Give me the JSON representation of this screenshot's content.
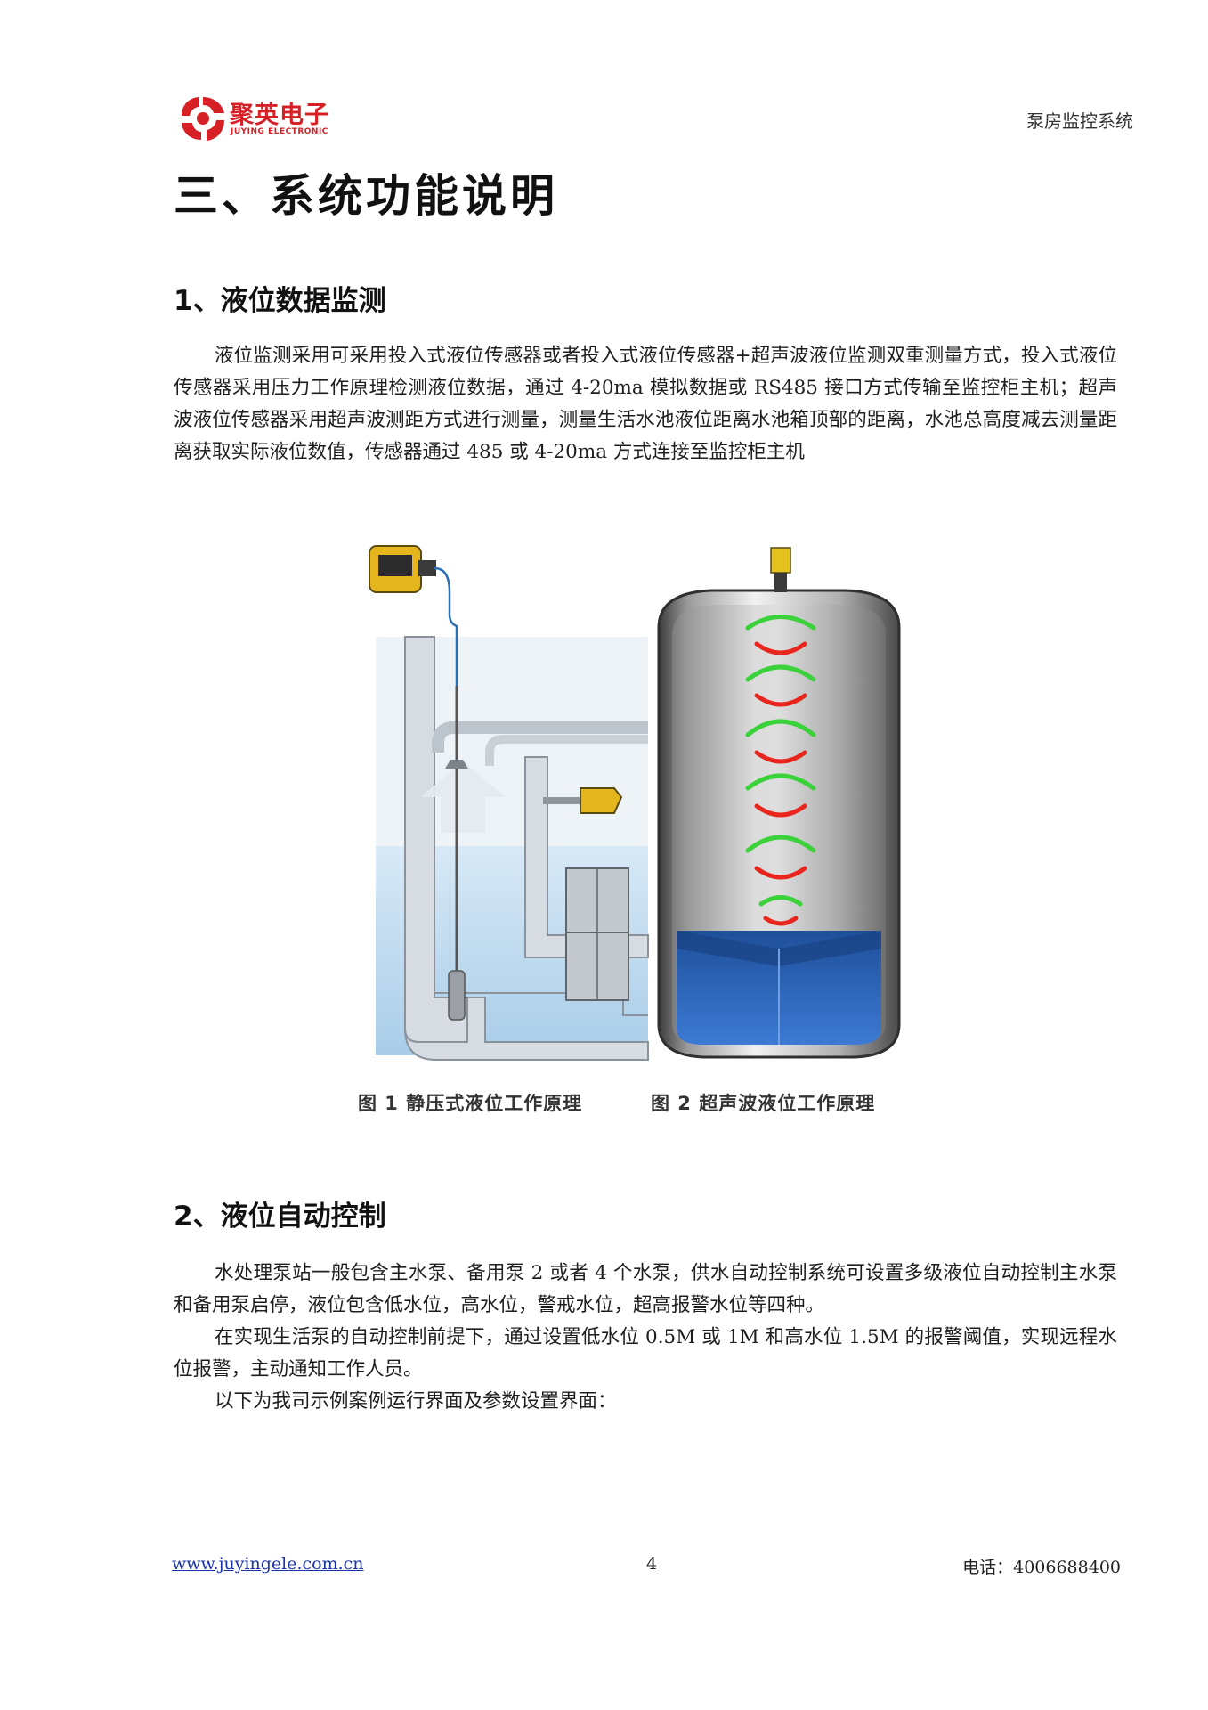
{
  "header": {
    "logo_cn": "聚英电子",
    "logo_en": "JUYING ELECTRONIC",
    "doc_title": "泵房监控系统"
  },
  "chapter_title": "三、系统功能说明",
  "section1": {
    "title": "1、液位数据监测",
    "paragraph": "液位监测采用可采用投入式液位传感器或者投入式液位传感器+超声波液位监测双重测量方式，投入式液位传感器采用压力工作原理检测液位数据，通过 4-20ma 模拟数据或 RS485 接口方式传输至监控柜主机；超声波液位传感器采用超声波测距方式进行测量，测量生活水池液位距离水池箱顶部的距离，水池总高度减去测量距离获取实际液位数值，传感器通过 485 或 4-20ma 方式连接至监控柜主机",
    "figure": {
      "caption1": "图 1  静压式液位工作原理",
      "caption2": "图 2  超声波液位工作原理"
    }
  },
  "section2": {
    "title": "2、液位自动控制",
    "paragraph1": "水处理泵站一般包含主水泵、备用泵 2 或者 4 个水泵，供水自动控制系统可设置多级液位自动控制主水泵和备用泵启停，液位包含低水位，高水位，警戒水位，超高报警水位等四种。",
    "paragraph2": "在实现生活泵的自动控制前提下，通过设置低水位 0.5M 或 1M 和高水位 1.5M 的报警阈值，实现远程水位报警，主动通知工作人员。",
    "paragraph3": "以下为我司示例案例运行界面及参数设置界面："
  },
  "footer": {
    "website": "www.juyingele.com.cn",
    "page_number": "4",
    "phone": "电话：4006688400"
  },
  "colors": {
    "brand_red": "#d71f26",
    "water_blue": "#2f6fc4",
    "wave_green": "#3bd13b",
    "wave_red": "#e8261e"
  }
}
